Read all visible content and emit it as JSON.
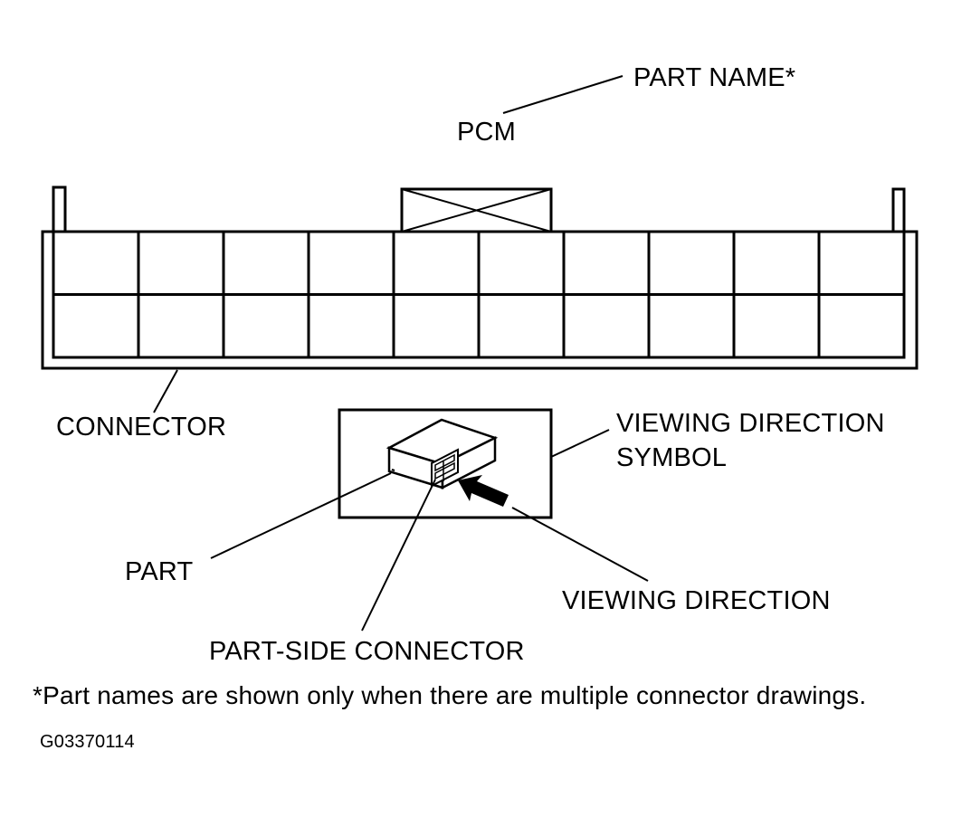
{
  "labels": {
    "part_name": "PART NAME*",
    "pcm": "PCM",
    "connector": "CONNECTOR",
    "viewing_direction_symbol_line1": "VIEWING DIRECTION",
    "viewing_direction_symbol_line2": "SYMBOL",
    "part": "PART",
    "viewing_direction": "VIEWING DIRECTION",
    "part_side_connector": "PART-SIDE CONNECTOR"
  },
  "footnote": "*Part names are shown only when there are multiple connector drawings.",
  "figure_code": "G03370114",
  "connector_grid": {
    "rows": 2,
    "columns": 10
  },
  "colors": {
    "line": "#000000",
    "background": "#ffffff"
  }
}
